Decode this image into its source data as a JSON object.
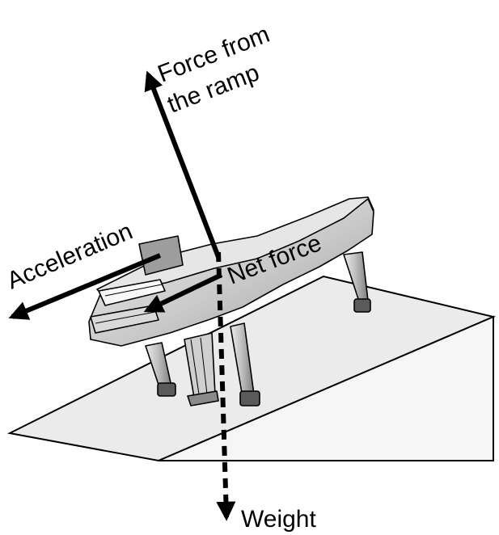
{
  "labels": {
    "force_from_ramp_line1": "Force from",
    "force_from_ramp_line2": "the ramp",
    "acceleration": "Acceleration",
    "net_force": "Net force",
    "weight": "Weight"
  },
  "colors": {
    "ink": "#000000",
    "ramp_top": "#ebebeb",
    "ramp_side": "#f6f6f6",
    "piano_body": "#d4d4d4",
    "piano_dark": "#8e8e8e",
    "piano_light": "#f0f0f0"
  }
}
